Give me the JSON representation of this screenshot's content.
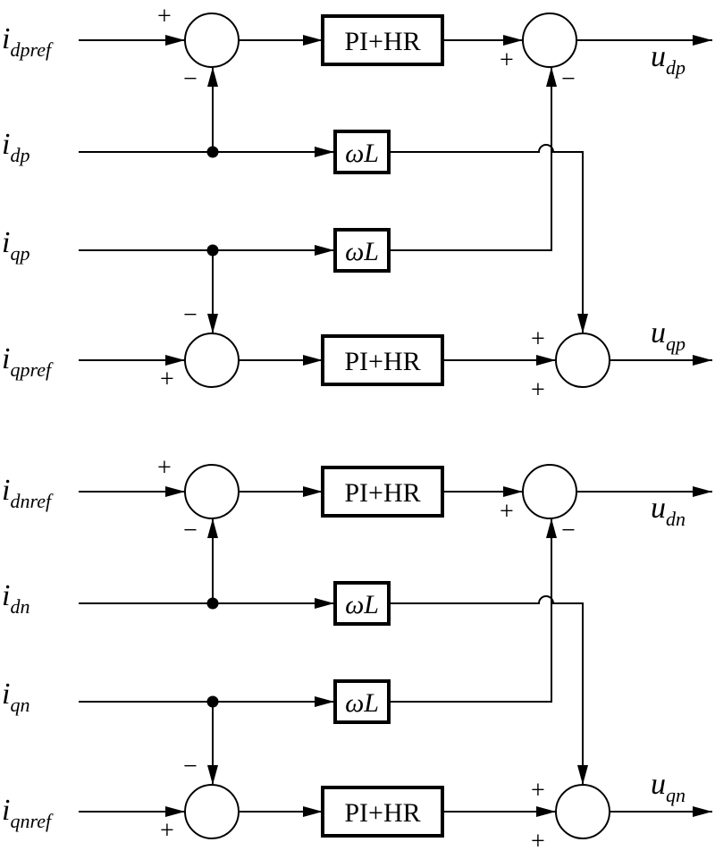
{
  "sections": [
    {
      "inputs": [
        {
          "main": "i",
          "sub": "dpref"
        },
        {
          "main": "i",
          "sub": "dp"
        },
        {
          "main": "i",
          "sub": "qp"
        },
        {
          "main": "i",
          "sub": "qpref"
        }
      ],
      "outputs": [
        {
          "main": "u",
          "sub": "dp"
        },
        {
          "main": "u",
          "sub": "qp"
        }
      ],
      "controller_label": "PI+HR",
      "coupling_label": "ωL",
      "signs": {
        "sum_d_ref": "+",
        "sum_d_fb": "−",
        "sum_q_fb": "−",
        "sum_q_ref": "+",
        "out_d_in": "+",
        "out_d_cross": "−",
        "out_q_cross": "+",
        "out_q_in": "+"
      }
    },
    {
      "inputs": [
        {
          "main": "i",
          "sub": "dnref"
        },
        {
          "main": "i",
          "sub": "dn"
        },
        {
          "main": "i",
          "sub": "qn"
        },
        {
          "main": "i",
          "sub": "qnref"
        }
      ],
      "outputs": [
        {
          "main": "u",
          "sub": "dn"
        },
        {
          "main": "u",
          "sub": "qn"
        }
      ],
      "controller_label": "PI+HR",
      "coupling_label": "ωL",
      "signs": {
        "sum_d_ref": "+",
        "sum_d_fb": "−",
        "sum_q_fb": "−",
        "sum_q_ref": "+",
        "out_d_in": "+",
        "out_d_cross": "−",
        "out_q_cross": "+",
        "out_q_in": "+"
      }
    }
  ]
}
